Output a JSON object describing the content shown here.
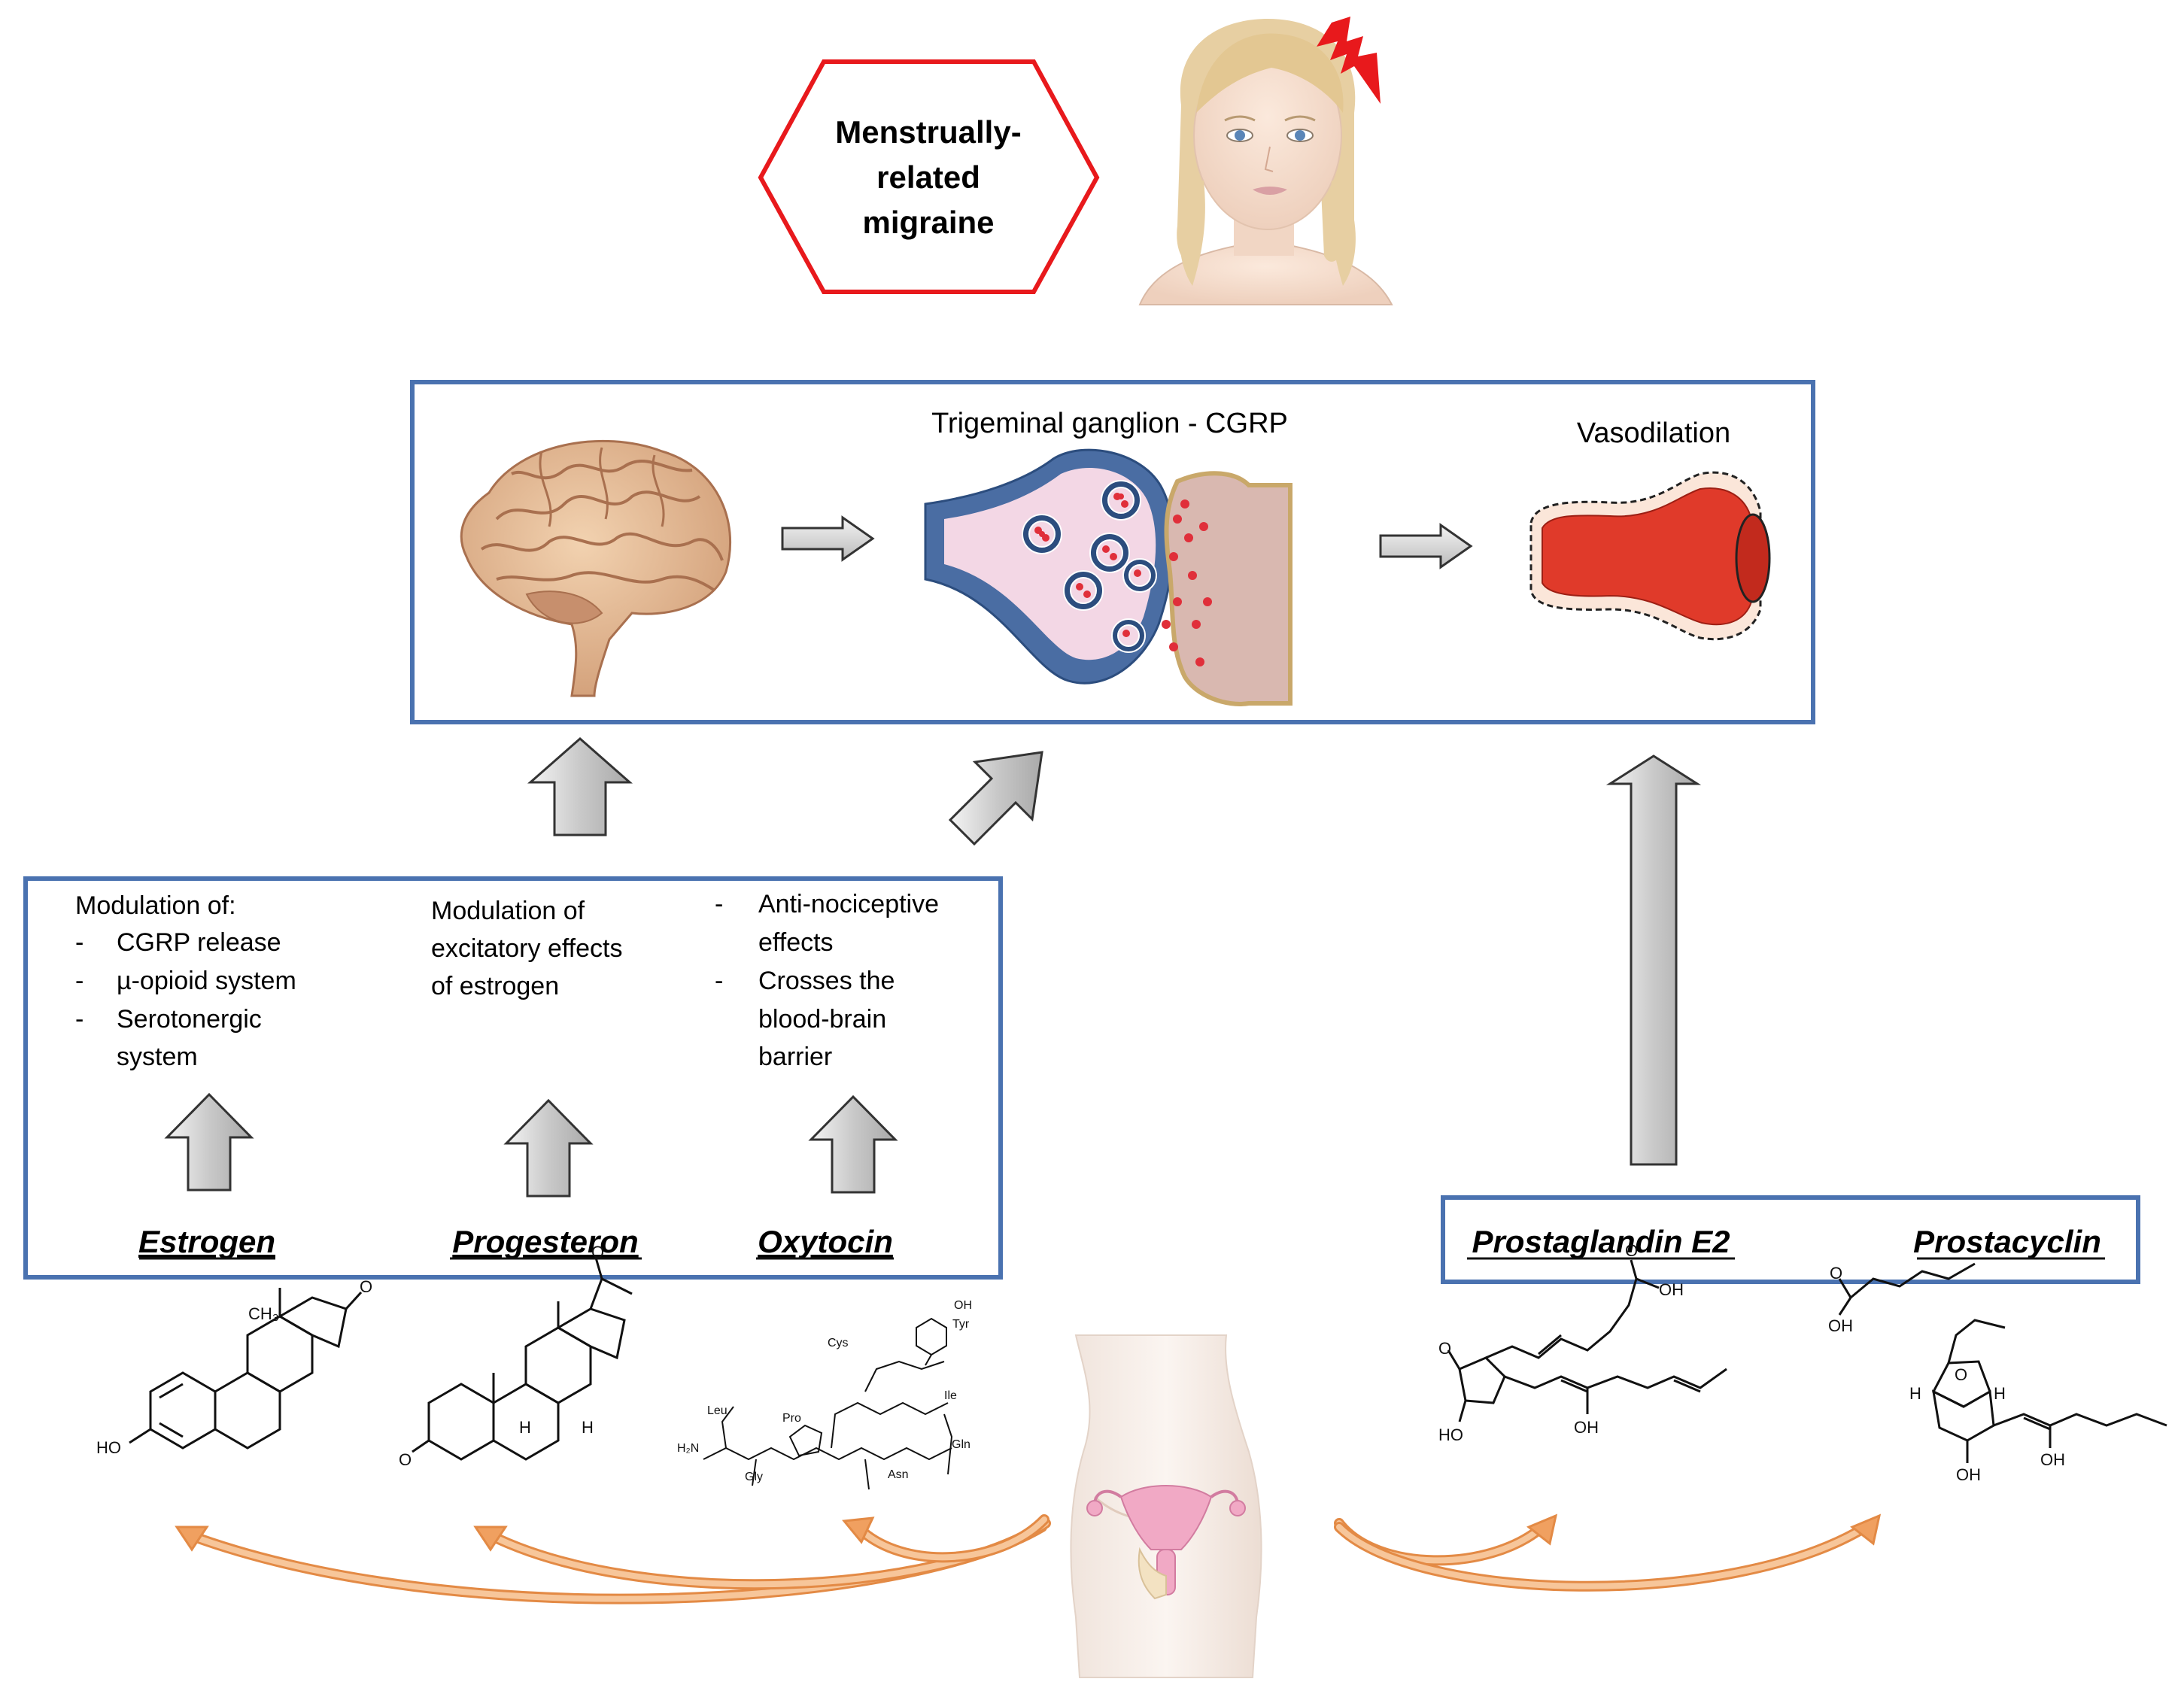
{
  "title": {
    "line1": "Menstrually-",
    "line2": "related",
    "line3": "migraine"
  },
  "top_box": {
    "label_ganglion": "Trigeminal ganglion - CGRP",
    "label_vasodilation": "Vasodilation"
  },
  "hormone_box": {
    "estrogen_effects": {
      "heading": "Modulation  of:",
      "items": [
        "CGRP release",
        "µ-opioid system",
        "Serotonergic",
        "system"
      ],
      "bullet": "-"
    },
    "progesteron_effects": {
      "lines": [
        "Modulation  of",
        "excitatory  effects",
        "of estrogen"
      ]
    },
    "oxytocin_effects": {
      "items": [
        "Anti-nociceptive",
        "effects",
        "Crosses the",
        "blood-brain",
        "barrier"
      ],
      "bullet": "-"
    },
    "names": {
      "estrogen": "Estrogen",
      "progesteron": "Progesteron",
      "oxytocin": "Oxytocin"
    }
  },
  "prostaglandin_box": {
    "names": {
      "pge2": "Prostaglandin  E2",
      "prostacyclin": "Prostacyclin"
    }
  },
  "colors": {
    "box_border": "#4a72b0",
    "hexagon": "#e8191c",
    "orange_arrow": "#f0a060",
    "gray_arrow_fill": "#d8d8d8",
    "vessel_red": "#e03a2a"
  }
}
